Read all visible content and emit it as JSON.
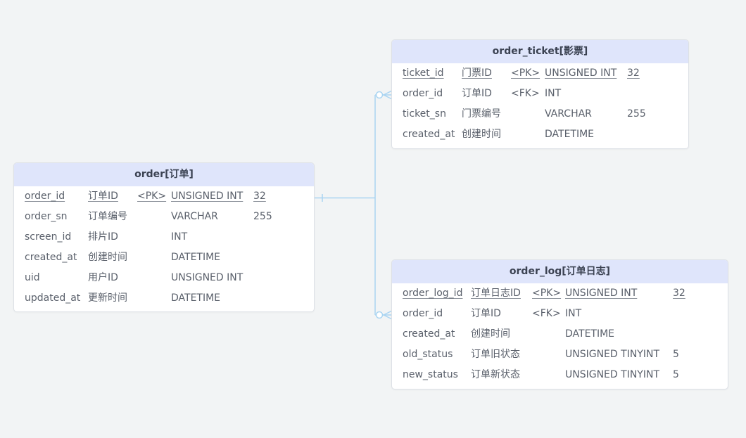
{
  "colors": {
    "background": "#f2f4f5",
    "table_header_bg": "#dfe5fb",
    "connector": "#a9d4f2",
    "text": "#5a606b"
  },
  "tables": {
    "order": {
      "title": "order[订单]",
      "rows": [
        {
          "name": "order_id",
          "comment": "订单ID",
          "key": "<PK>",
          "type": "UNSIGNED INT",
          "length": "32"
        },
        {
          "name": "order_sn",
          "comment": "订单编号",
          "key": "",
          "type": "VARCHAR",
          "length": "255"
        },
        {
          "name": "screen_id",
          "comment": "排片ID",
          "key": "",
          "type": "INT",
          "length": ""
        },
        {
          "name": "created_at",
          "comment": "创建时间",
          "key": "",
          "type": "DATETIME",
          "length": ""
        },
        {
          "name": "uid",
          "comment": "用户ID",
          "key": "",
          "type": "UNSIGNED INT",
          "length": ""
        },
        {
          "name": "updated_at",
          "comment": "更新时间",
          "key": "",
          "type": "DATETIME",
          "length": ""
        }
      ]
    },
    "order_ticket": {
      "title": "order_ticket[影票]",
      "rows": [
        {
          "name": "ticket_id",
          "comment": "门票ID",
          "key": "<PK>",
          "type": "UNSIGNED INT",
          "length": "32"
        },
        {
          "name": "order_id",
          "comment": "订单ID",
          "key": "<FK>",
          "type": "INT",
          "length": ""
        },
        {
          "name": "ticket_sn",
          "comment": "门票编号",
          "key": "",
          "type": "VARCHAR",
          "length": "255"
        },
        {
          "name": "created_at",
          "comment": "创建时间",
          "key": "",
          "type": "DATETIME",
          "length": ""
        }
      ]
    },
    "order_log": {
      "title": "order_log[订单日志]",
      "rows": [
        {
          "name": "order_log_id",
          "comment": "订单日志ID",
          "key": "<PK>",
          "type": "UNSIGNED INT",
          "length": "32"
        },
        {
          "name": "order_id",
          "comment": "订单ID",
          "key": "<FK>",
          "type": "INT",
          "length": ""
        },
        {
          "name": "created_at",
          "comment": "创建时间",
          "key": "",
          "type": "DATETIME",
          "length": ""
        },
        {
          "name": "old_status",
          "comment": "订单旧状态",
          "key": "",
          "type": "UNSIGNED TINYINT",
          "length": "5"
        },
        {
          "name": "new_status",
          "comment": "订单新状态",
          "key": "",
          "type": "UNSIGNED TINYINT",
          "length": "5"
        }
      ]
    }
  },
  "relations": [
    {
      "from": "order.order_id",
      "to": "order_ticket.order_id",
      "from_cardinality": "one",
      "to_cardinality": "zero-or-many"
    },
    {
      "from": "order.order_id",
      "to": "order_log.order_id",
      "from_cardinality": "one",
      "to_cardinality": "zero-or-many"
    }
  ]
}
